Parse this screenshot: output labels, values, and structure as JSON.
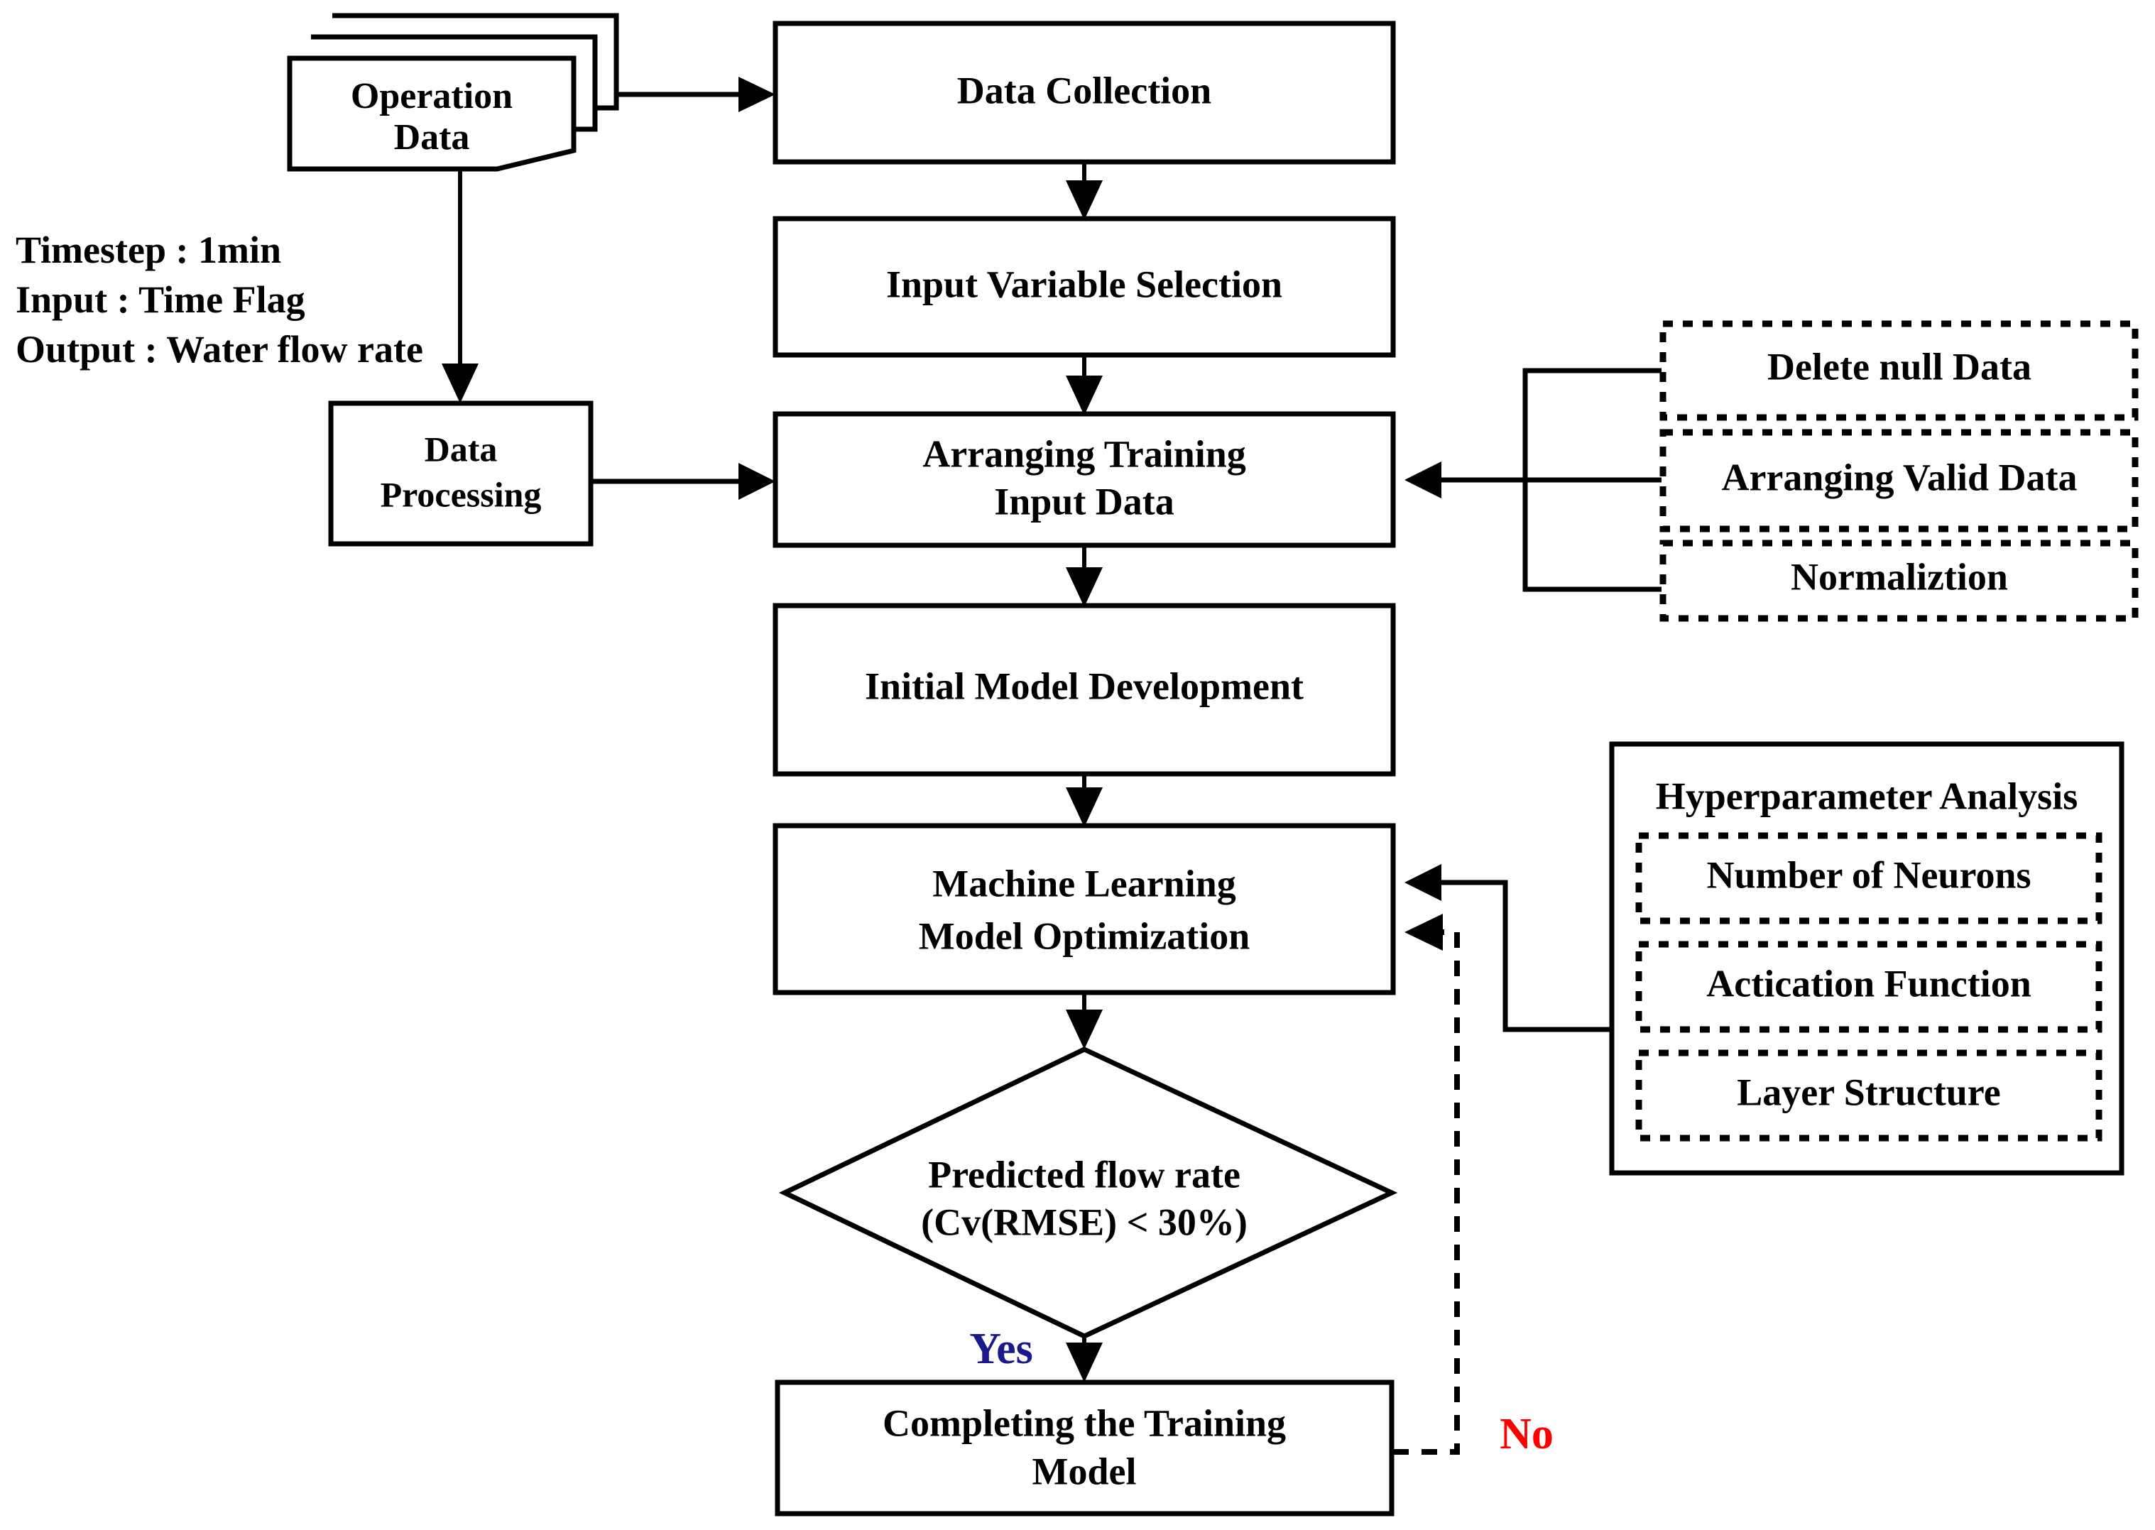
{
  "diagram": {
    "title": "Machine Learning Model Development Flowchart",
    "colors": {
      "stroke": "#000000",
      "background": "#ffffff",
      "yes_label": "#1a1a8c",
      "no_label": "#ff0000"
    }
  },
  "source_node": {
    "label_line1": "Operation",
    "label_line2": "Data"
  },
  "annotation": {
    "line1": "Timestep : 1min",
    "line2": "Input : Time Flag",
    "line3": "Output : Water flow rate"
  },
  "process_nodes": [
    {
      "id": "data-collection",
      "label_line1": "Data Collection",
      "label_line2": ""
    },
    {
      "id": "input-variable-selection",
      "label_line1": "Input Variable Selection",
      "label_line2": ""
    },
    {
      "id": "data-processing",
      "label_line1": "Data",
      "label_line2": "Processing"
    },
    {
      "id": "arranging-training-input-data",
      "label_line1": "Arranging Training",
      "label_line2": "Input Data"
    },
    {
      "id": "initial-model-development",
      "label_line1": "Initial Model Development",
      "label_line2": ""
    },
    {
      "id": "machine-learning-model-optimization",
      "label_line1": "Machine Learning",
      "label_line2": "Model Optimization"
    },
    {
      "id": "completing-the-training-model",
      "label_line1": "Completing the Training",
      "label_line2": "Model"
    }
  ],
  "decision_node": {
    "label_line1": "Predicted flow rate",
    "label_line2": "(Cv(RMSE) < 30%)"
  },
  "branch_labels": {
    "yes": "Yes",
    "no": "No"
  },
  "preprocessing_group": {
    "items": [
      {
        "id": "delete-null-data",
        "label": "Delete null Data"
      },
      {
        "id": "arranging-valid-data",
        "label": "Arranging Valid Data"
      },
      {
        "id": "normaliztion",
        "label": "Normaliztion"
      }
    ]
  },
  "hyperparameter_group": {
    "title": "Hyperparameter Analysis",
    "items": [
      {
        "id": "number-of-neurons",
        "label": "Number of Neurons"
      },
      {
        "id": "actication-function",
        "label": "Actication Function"
      },
      {
        "id": "layer-structure",
        "label": "Layer Structure"
      }
    ]
  }
}
